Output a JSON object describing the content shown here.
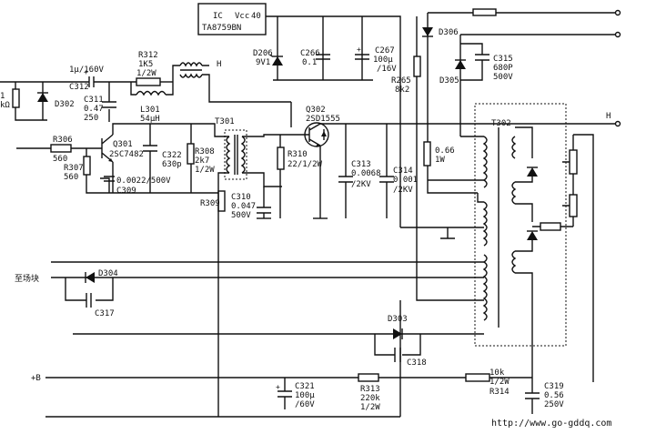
{
  "ic": {
    "label": "IC",
    "vcc": "Vcc",
    "pin": "40",
    "part": "TA8759BN"
  },
  "components": {
    "r_left": {
      "ref": "1",
      "val": "kΩ"
    },
    "d302": "D302",
    "c312": {
      "ref": "C312",
      "val": "1μ/160V"
    },
    "c311": {
      "ref": "C311",
      "v1": "0.47",
      "v2": "250"
    },
    "r312": {
      "ref": "R312",
      "v1": "1K5",
      "v2": "1/2W"
    },
    "l301": {
      "ref": "L301",
      "val": "54μH"
    },
    "h_top": "H",
    "d206": {
      "ref": "D206",
      "val": "9V1"
    },
    "c266": {
      "ref": "C266",
      "val": "0.1"
    },
    "c267": {
      "ref": "C267",
      "v1": "100μ",
      "v2": "/16V"
    },
    "r265": {
      "ref": "R265",
      "val": "8k2"
    },
    "d306": "D306",
    "c315": {
      "ref": "C315",
      "v1": "680P",
      "v2": "500V"
    },
    "d305": "D305",
    "h_right": "H",
    "r306": {
      "ref": "R306",
      "val": "560"
    },
    "r307": {
      "ref": "R307",
      "val": "560"
    },
    "q301": {
      "ref": "Q301",
      "val": "2SC7482"
    },
    "c322": {
      "ref": "C322",
      "val": "630p"
    },
    "r308": {
      "ref": "R308",
      "v1": "2k7",
      "v2": "1/2W"
    },
    "c309": {
      "ref": "C309",
      "val": "0.0022/500V"
    },
    "t301": "T301",
    "q302": {
      "ref": "Q302",
      "val": "2SD1555"
    },
    "r310": {
      "ref": "R310",
      "val": "22/1/2W"
    },
    "c313": {
      "ref": "C313",
      "v1": "0.0068",
      "v2": "/2KV"
    },
    "c314": {
      "ref": "C314",
      "v1": "0.001",
      "v2": "/2KV"
    },
    "r_066": {
      "v1": "0.66",
      "v2": "1W"
    },
    "t302": "T302",
    "r309": "R309",
    "c310": {
      "ref": "C310",
      "v1": "0.047",
      "v2": "500V"
    },
    "field_label": "至场块",
    "d304": "D304",
    "c317": "C317",
    "d303": "D303",
    "c318": "C318",
    "plus_b": "+B",
    "c321": {
      "ref": "C321",
      "v1": "100μ",
      "v2": "/60V"
    },
    "r313": {
      "ref": "R313",
      "v1": "220k",
      "v2": "1/2W"
    },
    "r314": {
      "ref": "R314",
      "v1": "10k",
      "v2": "1/2W"
    },
    "c319": {
      "ref": "C319",
      "v1": "0.56",
      "v2": "250V"
    }
  },
  "watermark": "http://www.go-gddq.com"
}
